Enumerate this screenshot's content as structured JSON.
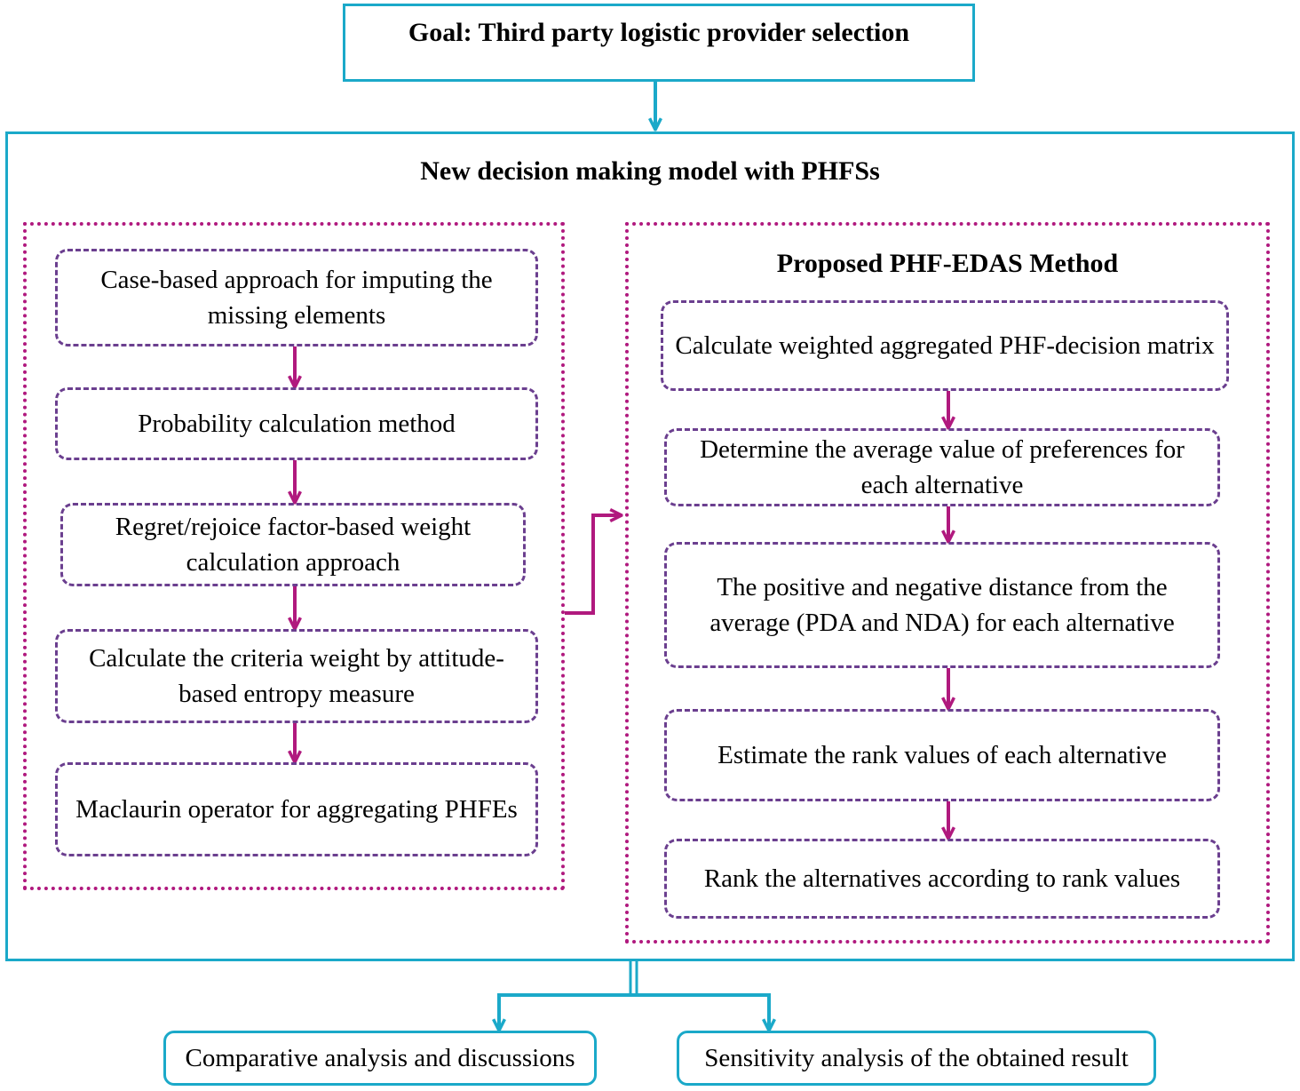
{
  "goal": "Goal: Third party logistic provider selection",
  "model_title": "New decision making model with PHFSs",
  "left_steps": [
    "Case-based approach  for imputing  the missing elements",
    "Probability calculation method",
    "Regret/rejoice factor-based weight calculation approach",
    "Calculate the criteria weight by attitude-based entropy measure",
    "Maclaurin operator for aggregating PHFEs"
  ],
  "edas_title": "Proposed PHF-EDAS Method",
  "right_steps": [
    "Calculate weighted aggregated PHF-decision matrix",
    "Determine the average value of preferences for each alternative",
    "The positive and  negative distance from the average (PDA and NDA) for each alternative",
    "Estimate the rank values of each alternative",
    "Rank the alternatives according to rank values"
  ],
  "outputs": [
    "Comparative analysis and discussions",
    "Sensitivity analysis of the obtained result"
  ],
  "colors": {
    "teal": "#1BA9C9",
    "magenta": "#B0197E",
    "purple": "#6B3F8F"
  }
}
